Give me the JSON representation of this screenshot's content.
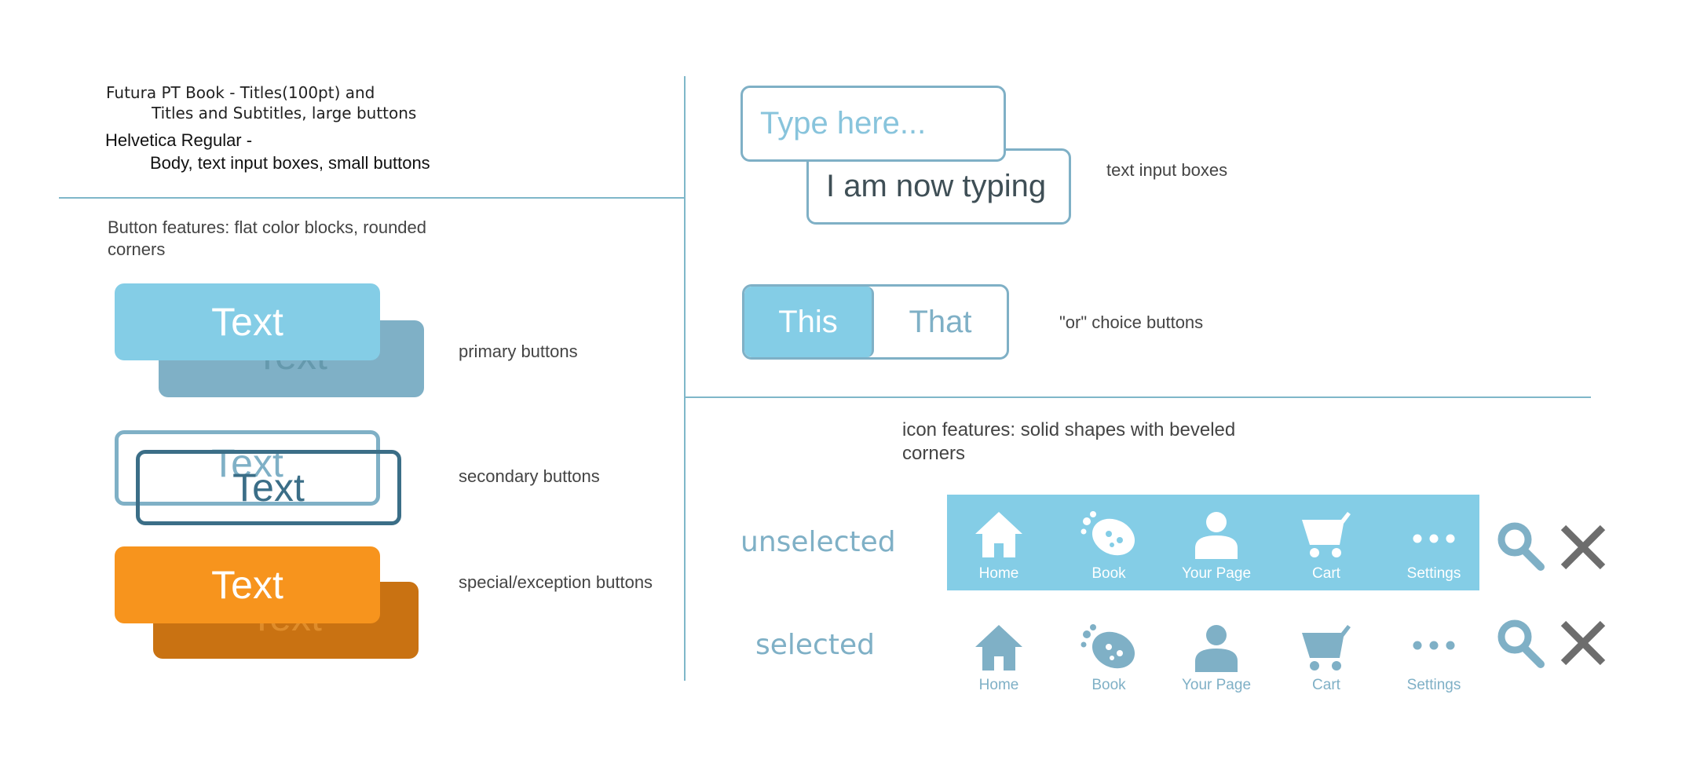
{
  "fonts": {
    "futura_line1": "Futura PT Book - Titles(100pt) and",
    "futura_line2": "Titles and Subtitles, large buttons",
    "helvetica_line1": "Helvetica Regular -",
    "helvetica_line2": "Body, text input boxes, small buttons"
  },
  "buttons": {
    "features_note": "Button features: flat color blocks, rounded corners",
    "primary_label": "Text",
    "primary_caption": "primary buttons",
    "secondary_label": "Text",
    "secondary_caption": "secondary buttons",
    "special_label": "Text",
    "special_caption": "special/exception buttons",
    "colors": {
      "primary_front": "#84cde6",
      "primary_back": "#7fb0c6",
      "secondary_light": "#7fb0c6",
      "secondary_dark": "#3b6e87",
      "special_front": "#f7941d",
      "special_back": "#c97212"
    }
  },
  "inputs": {
    "placeholder": "Type here...",
    "typed_value": "I am now typing",
    "caption": "text input boxes"
  },
  "choice": {
    "option_selected": "This",
    "option_unselected": "That",
    "caption": "\"or\" choice buttons"
  },
  "icons": {
    "features_note": "icon features: solid shapes with beveled corners",
    "unselected_label": "unselected",
    "selected_label": "selected",
    "nav_items": [
      {
        "label": "Home",
        "icon": "home-icon"
      },
      {
        "label": "Book",
        "icon": "book-icon"
      },
      {
        "label": "Your Page",
        "icon": "user-icon"
      },
      {
        "label": "Cart",
        "icon": "cart-icon"
      },
      {
        "label": "Settings",
        "icon": "more-icon"
      }
    ],
    "extra_icons": [
      "search-icon",
      "close-icon"
    ],
    "colors": {
      "bar_bg": "#84cde6",
      "accent": "#7fb0c6",
      "close": "#6d6d6d"
    }
  }
}
